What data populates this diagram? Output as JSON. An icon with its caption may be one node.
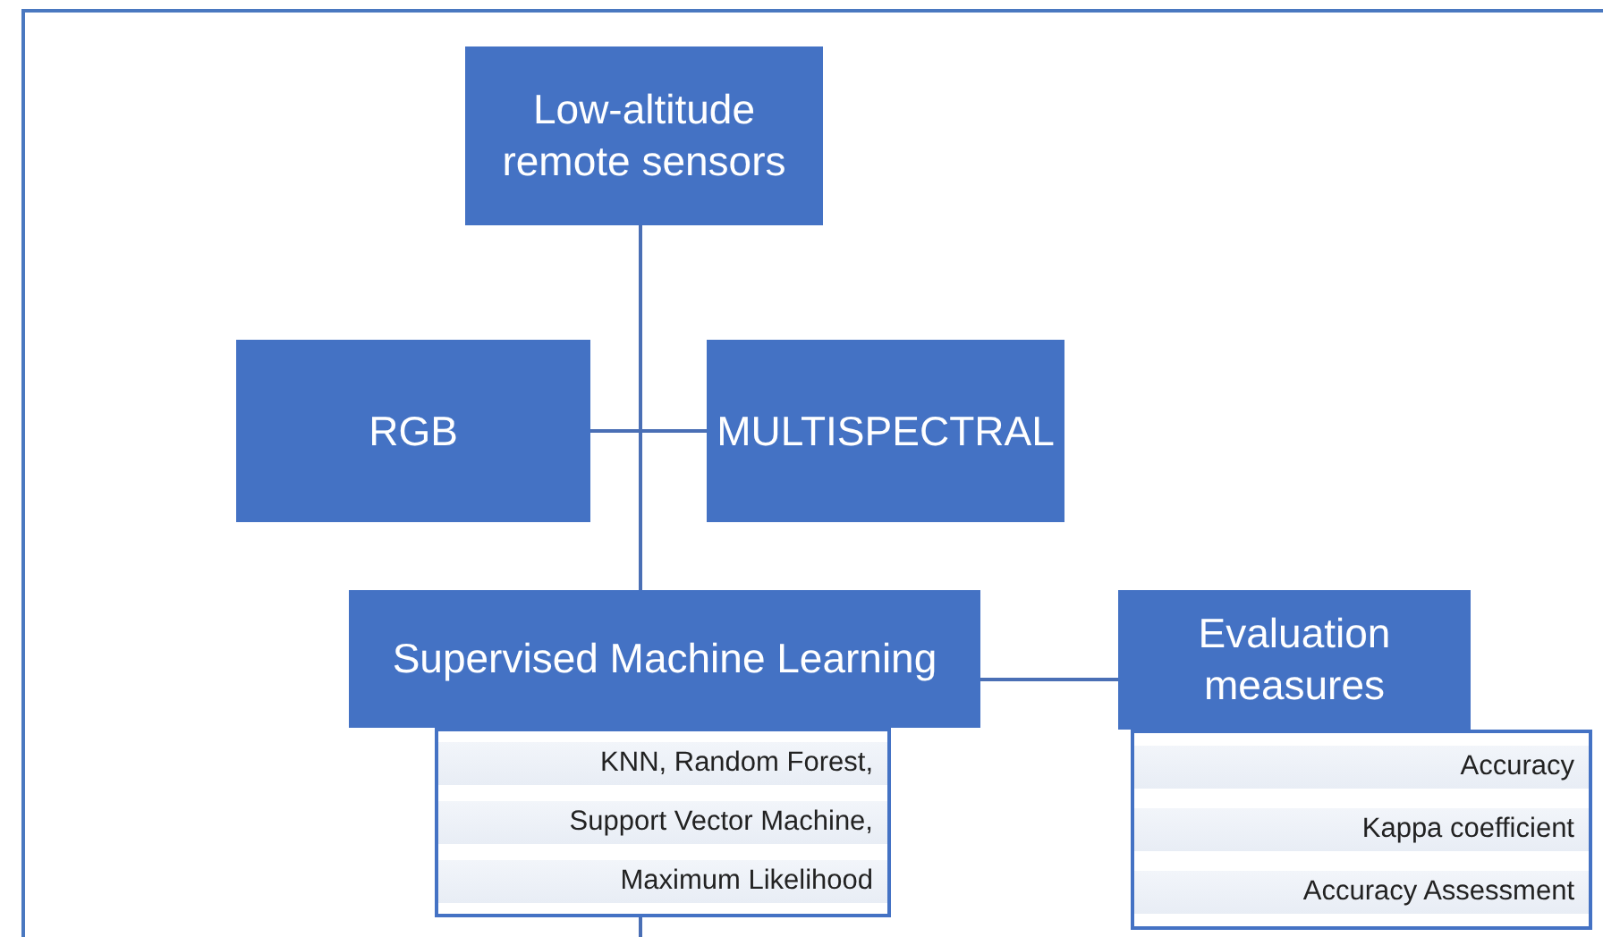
{
  "diagram": {
    "nodes": [
      {
        "text": [
          "Low-altitude remote sensors"
        ]
      },
      {
        "text": [
          "RGB"
        ]
      },
      {
        "text": [
          "MULTISPECTRAL"
        ]
      },
      {
        "text": [
          "Supervised Machine Learning"
        ]
      },
      {
        "text": [
          "KNN, Random Forest,",
          "Support Vector Machine,",
          "Maximum Likelihood"
        ]
      },
      {
        "text": [
          "Evaluation measures"
        ]
      },
      {
        "text": [
          "Accuracy",
          "Kappa coefficient",
          "Accuracy Assessment"
        ]
      }
    ],
    "edges": [
      {
        "from": 0,
        "to": 3,
        "arrow": "none"
      },
      {
        "from": 1,
        "to": 2,
        "arrow": "none"
      },
      {
        "from": 3,
        "to": 5,
        "arrow": "none"
      },
      {
        "from": 4,
        "to": null,
        "arrow": "none"
      }
    ]
  }
}
